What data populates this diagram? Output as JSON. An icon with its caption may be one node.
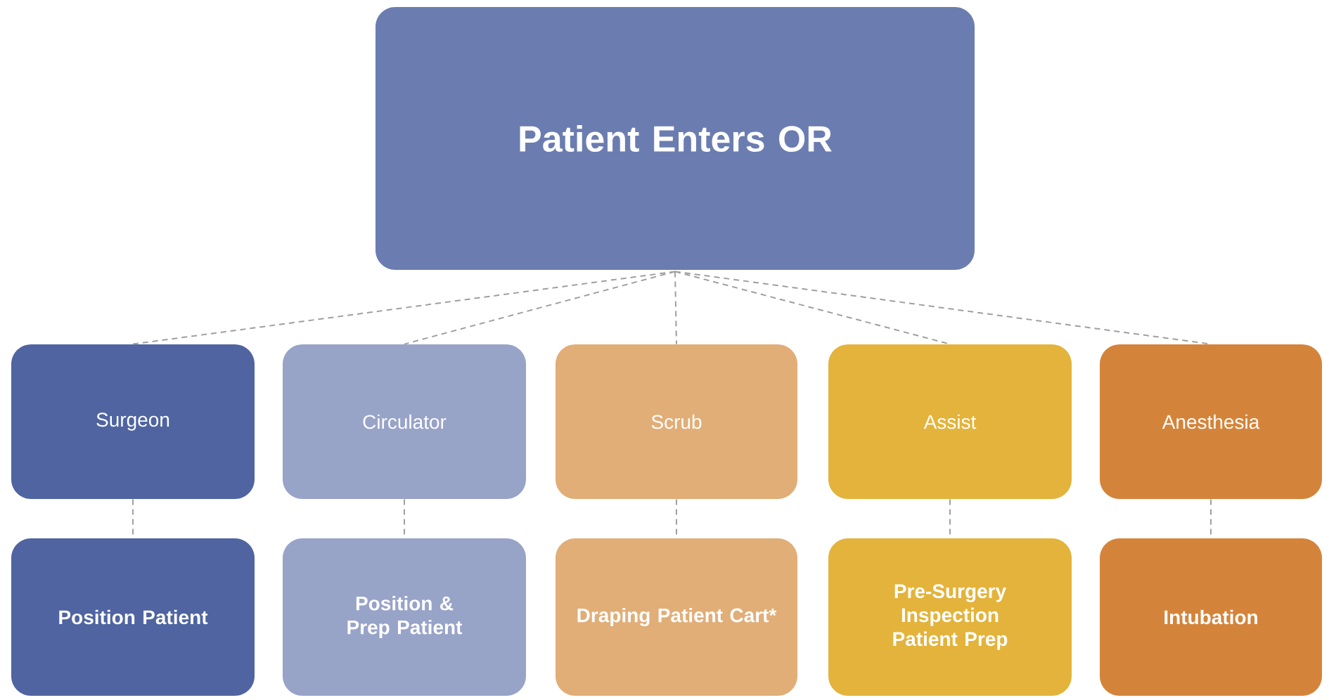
{
  "diagram": {
    "nodes": [
      {
        "text": [
          "Patient Enters OR"
        ]
      },
      {
        "text": [
          "Surgeon"
        ]
      },
      {
        "text": [
          "Circulator"
        ]
      },
      {
        "text": [
          "Scrub"
        ]
      },
      {
        "text": [
          "Assist"
        ]
      },
      {
        "text": [
          "Anesthesia"
        ]
      },
      {
        "text": [
          "Position Patient"
        ]
      },
      {
        "text": [
          "Position & Prep Patient"
        ]
      },
      {
        "text": [
          "Draping Patient Cart*"
        ]
      },
      {
        "text": [
          "Pre-Surgery Inspection Patient Prep"
        ]
      },
      {
        "text": [
          "Intubation"
        ]
      }
    ],
    "edges": [
      {
        "from": 0,
        "to": 1,
        "arrow": "none",
        "style": "dashed"
      },
      {
        "from": 0,
        "to": 2,
        "arrow": "none",
        "style": "dashed"
      },
      {
        "from": 0,
        "to": 3,
        "arrow": "none",
        "style": "dashed"
      },
      {
        "from": 0,
        "to": 4,
        "arrow": "none",
        "style": "dashed"
      },
      {
        "from": 0,
        "to": 5,
        "arrow": "none",
        "style": "dashed"
      },
      {
        "from": 1,
        "to": 6,
        "arrow": "none",
        "style": "dashed"
      },
      {
        "from": 2,
        "to": 7,
        "arrow": "none",
        "style": "dashed"
      },
      {
        "from": 3,
        "to": 8,
        "arrow": "none",
        "style": "dashed"
      },
      {
        "from": 4,
        "to": 9,
        "arrow": "none",
        "style": "dashed"
      },
      {
        "from": 5,
        "to": 10,
        "arrow": "none",
        "style": "dashed"
      }
    ]
  }
}
